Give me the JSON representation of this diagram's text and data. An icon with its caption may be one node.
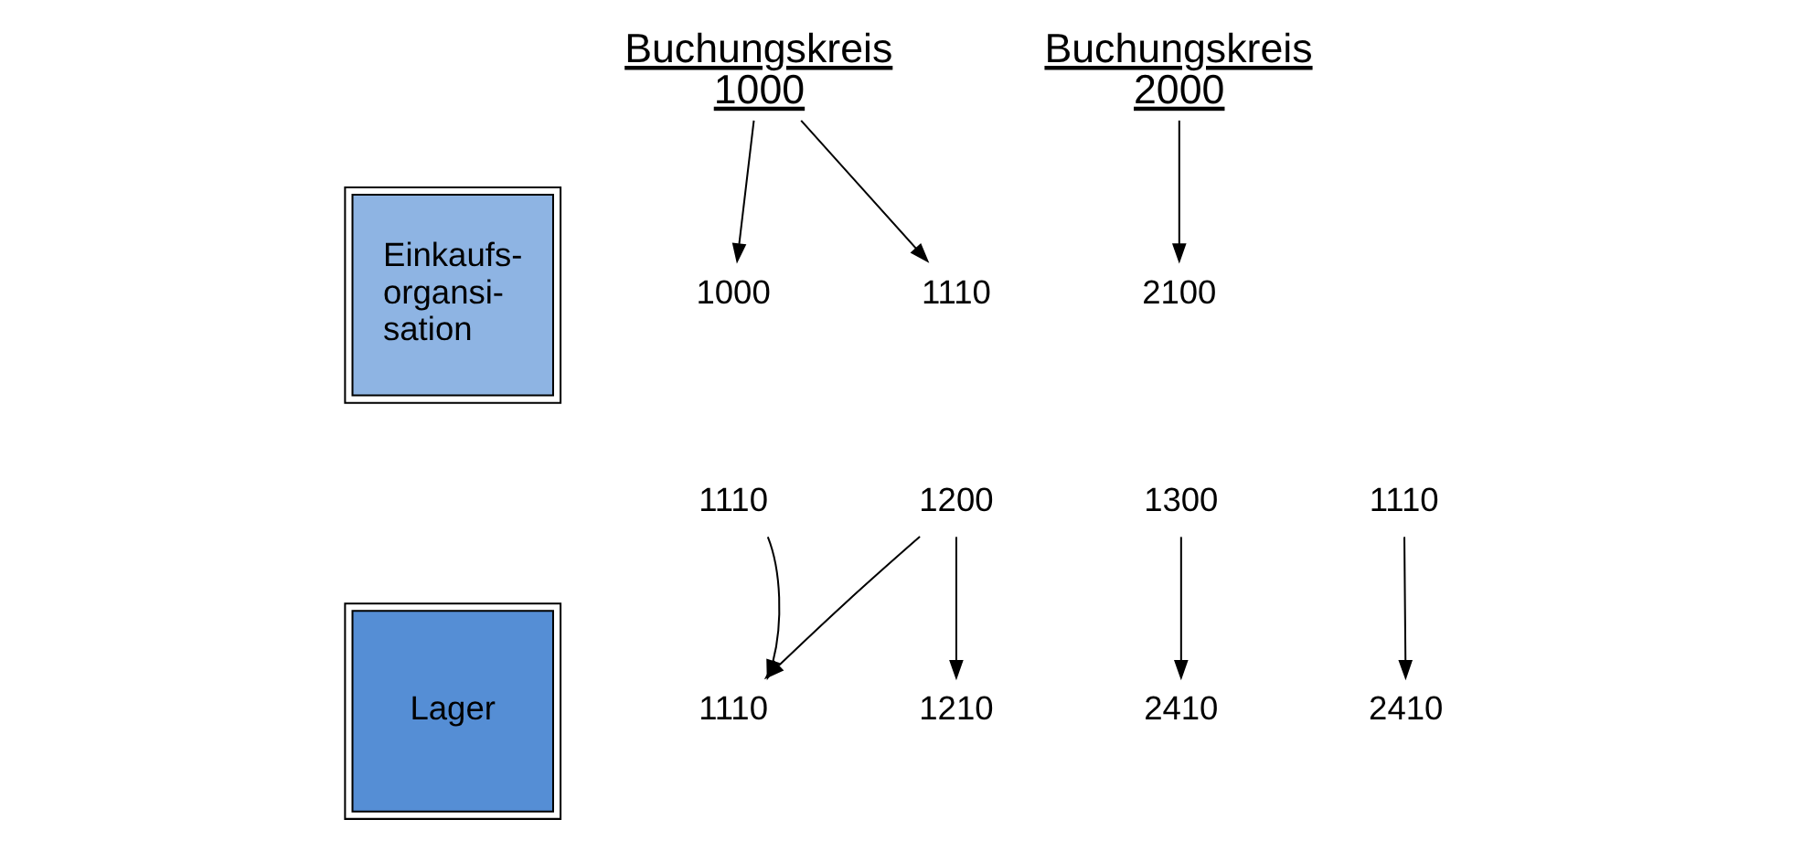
{
  "diagram": {
    "nodes": [
      {
        "text": [
          "Buchungskreis 1000"
        ]
      },
      {
        "text": [
          "Buchungskreis 2000"
        ]
      },
      {
        "text": [
          "Einkaufs- organsi- sation"
        ]
      },
      {
        "text": [
          "Lager"
        ]
      },
      {
        "text": [
          "1000"
        ]
      },
      {
        "text": [
          "1110"
        ]
      },
      {
        "text": [
          "2100"
        ]
      },
      {
        "text": [
          "1110"
        ]
      },
      {
        "text": [
          "1200"
        ]
      },
      {
        "text": [
          "1300"
        ]
      },
      {
        "text": [
          "1110"
        ]
      },
      {
        "text": [
          "1110"
        ]
      },
      {
        "text": [
          "1210"
        ]
      },
      {
        "text": [
          "2410"
        ]
      },
      {
        "text": [
          "2410"
        ]
      }
    ],
    "edges": [
      {
        "from": 0,
        "to": 4,
        "arrow": "to"
      },
      {
        "from": 0,
        "to": 5,
        "arrow": "to"
      },
      {
        "from": 1,
        "to": 6,
        "arrow": "to"
      },
      {
        "from": 7,
        "to": 11,
        "arrow": "to"
      },
      {
        "from": 8,
        "to": 11,
        "arrow": "to"
      },
      {
        "from": 8,
        "to": 12,
        "arrow": "to"
      },
      {
        "from": 9,
        "to": 13,
        "arrow": "to"
      },
      {
        "from": 10,
        "to": 14,
        "arrow": "to"
      }
    ]
  }
}
